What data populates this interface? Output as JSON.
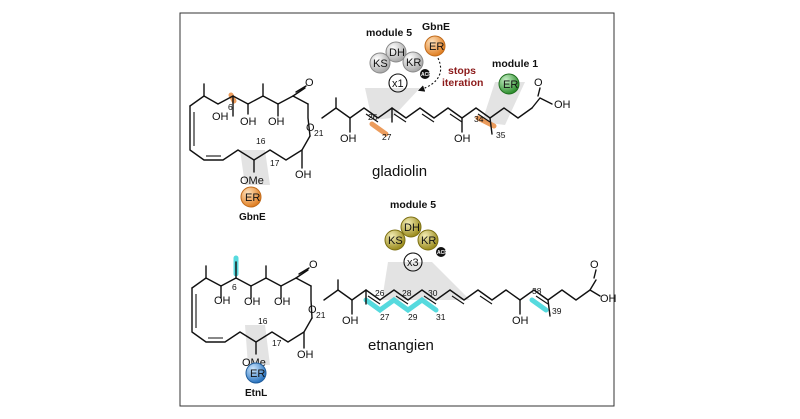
{
  "gladiolin": {
    "name": "gladiolin",
    "module5_title": "module 5",
    "gbnE_top": "GbnE",
    "module1_title": "module 1",
    "domains": {
      "ks": "KS",
      "dh": "DH",
      "kr": "KR",
      "er": "ER",
      "acp": "ACP"
    },
    "iteration": "x1",
    "stop_line1": "stops",
    "stop_line2": "iteration",
    "er_bottom_label": "GbnE",
    "atoms": {
      "oh": "OH",
      "o": "O",
      "ome": "OMe",
      "acid": "OH"
    },
    "numbers": {
      "n6": "6",
      "n16": "16",
      "n17": "17",
      "n21": "21",
      "n26": "26",
      "n27": "27",
      "n34": "34",
      "n35": "35"
    }
  },
  "etnangien": {
    "name": "etnangien",
    "module5_title": "module 5",
    "domains": {
      "ks": "KS",
      "dh": "DH",
      "kr": "KR",
      "er": "ER",
      "acp": "ACP"
    },
    "iteration": "x3",
    "er_label": "EtnL",
    "atoms": {
      "oh": "OH",
      "o": "O",
      "ome": "OMe",
      "acid": "OH"
    },
    "numbers": {
      "n6": "6",
      "n16": "16",
      "n17": "17",
      "n21": "21",
      "n26": "26",
      "n27": "27",
      "n28": "28",
      "n29": "29",
      "n30": "30",
      "n31": "31",
      "n38": "38",
      "n39": "39"
    }
  },
  "colors": {
    "orange_highlight": "#e98b3f",
    "cyan_highlight": "#38d3d8",
    "er_orange": "#f0a04b",
    "er_green": "#3ea63e",
    "er_blue": "#3d8fd6",
    "domain_grey": "#c8c8c8",
    "domain_olive": "#b3a532",
    "stop_red": "#8c1b1b"
  }
}
